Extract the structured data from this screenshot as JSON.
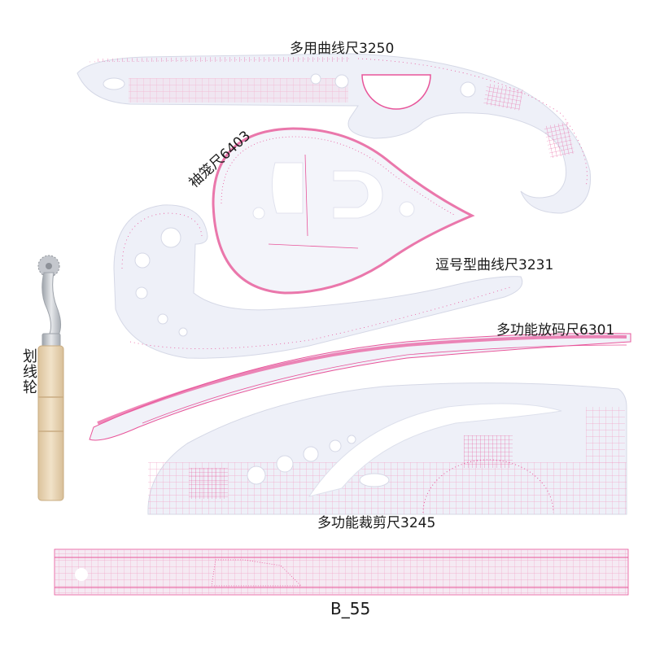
{
  "product_labels": {
    "multi_curve_ruler": "多用曲线尺3250",
    "sleeve_ruler": "袖笼尺6403",
    "comma_curve_ruler": "逗号型曲线尺3231",
    "grading_ruler": "多功能放码尺6301",
    "cutting_ruler": "多功能裁剪尺3245",
    "straight_ruler": "B_55",
    "tracing_wheel": "划线轮"
  },
  "colors": {
    "ruler_body": "#eef0f8",
    "ruler_edge": "#d9dceb",
    "marking_pink": "#e8559a",
    "grid_pink": "#f1a5c8",
    "wood_handle": "#e8d4b4",
    "metal": "#c9ccd1",
    "background": "#ffffff"
  }
}
